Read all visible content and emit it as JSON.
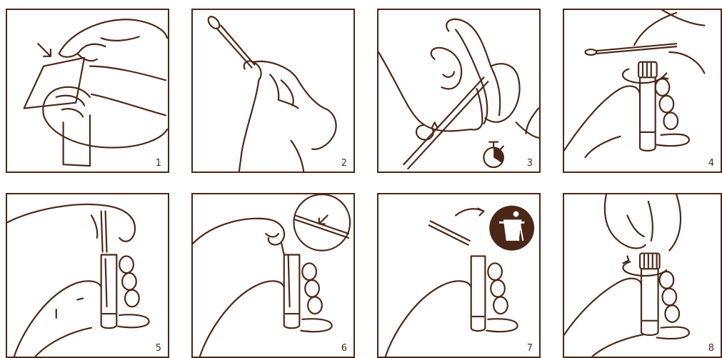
{
  "colors": {
    "line": "#4a2716",
    "background": "#ffffff"
  },
  "steps": [
    {
      "number": "1",
      "icon": "opening-package"
    },
    {
      "number": "2",
      "icon": "holding-swab"
    },
    {
      "number": "3",
      "icon": "inserting-swab-with-timer"
    },
    {
      "number": "4",
      "icon": "opening-tube"
    },
    {
      "number": "5",
      "icon": "inserting-swab-in-tube"
    },
    {
      "number": "6",
      "icon": "breaking-swab-shaft"
    },
    {
      "number": "7",
      "icon": "discarding-shaft-in-bin"
    },
    {
      "number": "8",
      "icon": "closing-tube-cap"
    }
  ]
}
